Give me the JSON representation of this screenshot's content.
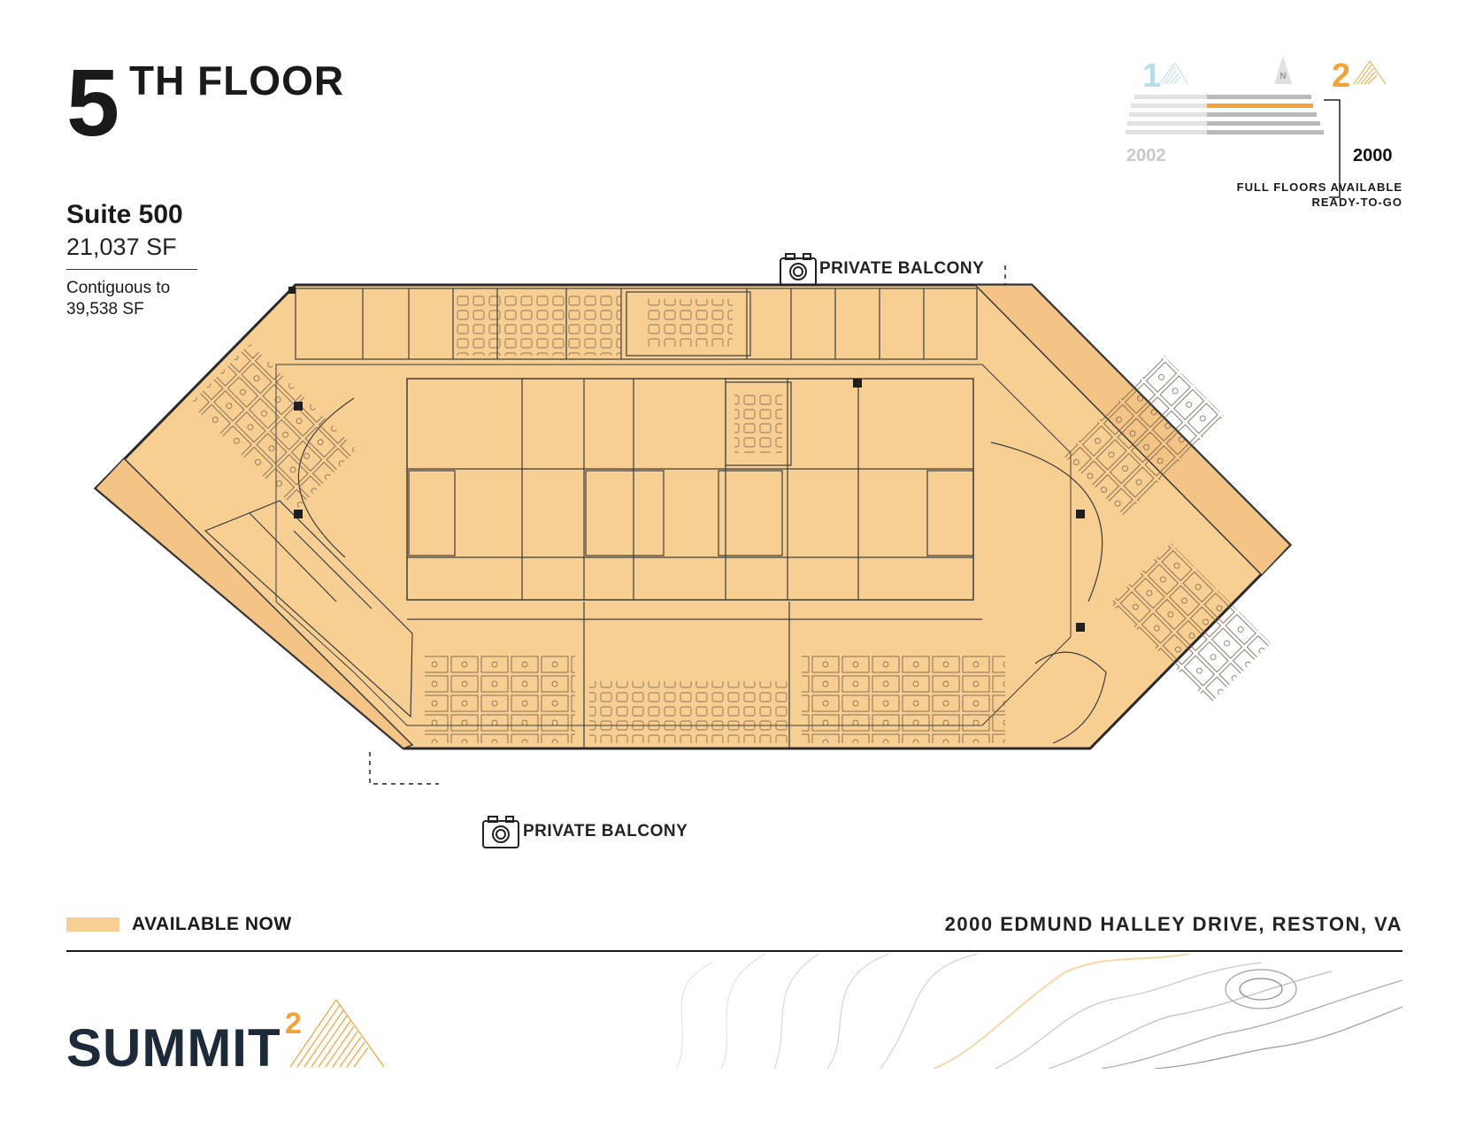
{
  "floor": {
    "number": "5",
    "label": "TH FLOOR"
  },
  "suite": {
    "name": "Suite 500",
    "area": "21,037 SF",
    "contiguous_line1": "Contiguous to",
    "contiguous_line2": "39,538 SF"
  },
  "building_key": {
    "building_1_num": "1",
    "building_2_num": "2",
    "building_1_year": "2002",
    "building_2_year": "2000",
    "note_line1": "FULL FLOORS AVAILABLE",
    "note_line2": "READY-TO-GO",
    "active_color": "#f2a23b",
    "inactive_color": "#b8dcea"
  },
  "balconies": {
    "top_label": "PRIVATE BALCONY",
    "bottom_label": "PRIVATE BALCONY",
    "icon": "camera-icon"
  },
  "legend": {
    "label": "AVAILABLE NOW",
    "color": "#f8cf93"
  },
  "address": "2000 EDMUND HALLEY DRIVE, RESTON, VA",
  "logo": {
    "text": "SUMMIT",
    "superscript": "2",
    "mark": "mountain-icon"
  },
  "colors": {
    "floor_fill": "#f8cf93",
    "wall": "#3a3a3a",
    "accent": "#f2a23b"
  }
}
